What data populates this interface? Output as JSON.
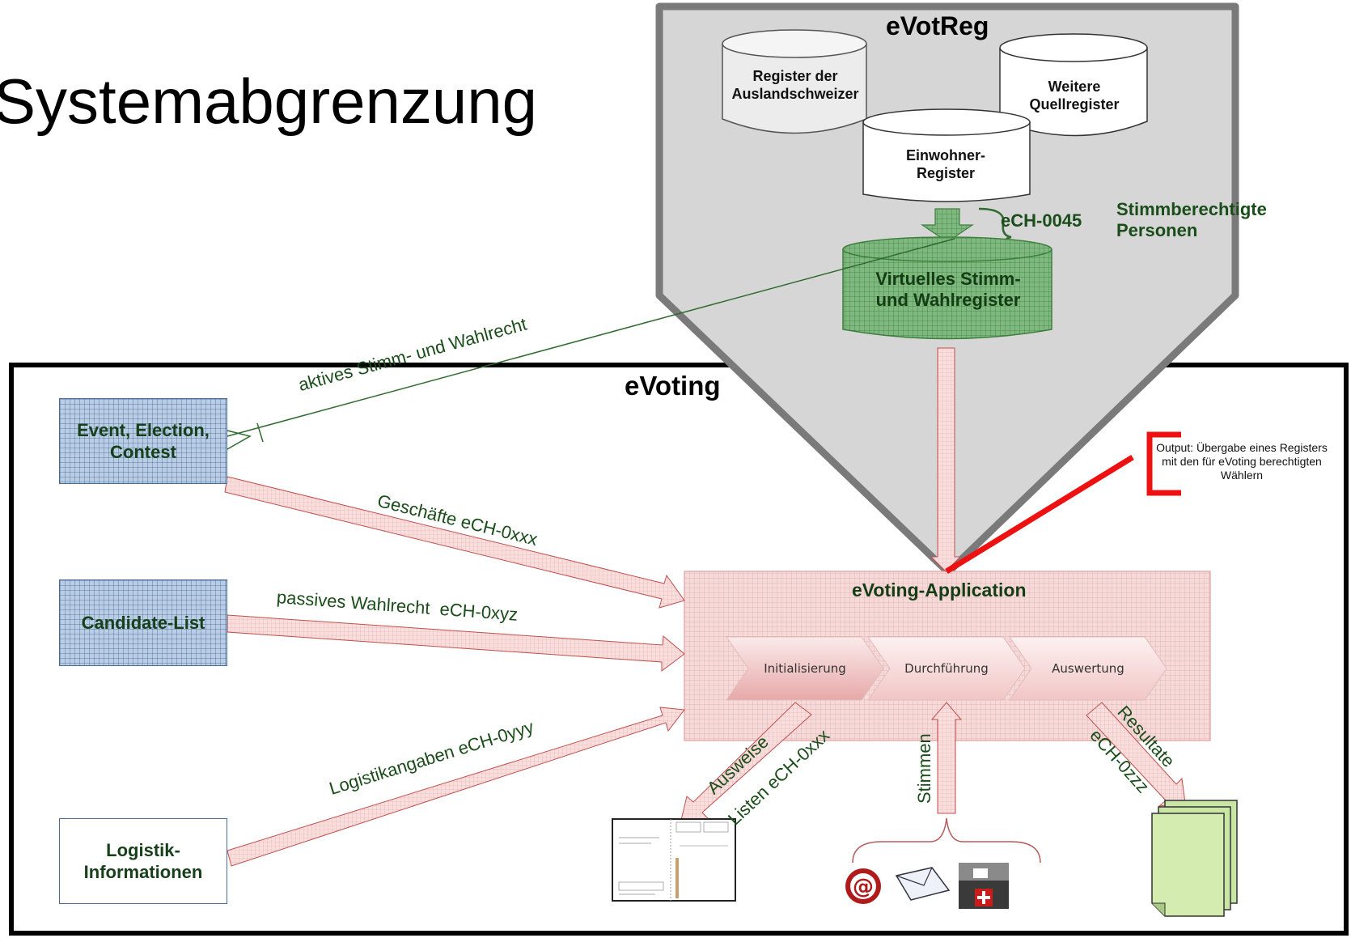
{
  "title": "Systemabgrenzung",
  "evotreg": {
    "title": "eVotReg",
    "register_auslandschweizer": "Register der Auslandschweizer",
    "weitere_quellregister": "Weitere Quellregister",
    "einwohner_register": "Einwohner-Register",
    "ech_0045": "eCH-0045",
    "stimmberechtigte": "Stimmberechtigte Personen",
    "virtuelles": "Virtuelles Stimm- und Wahlregister"
  },
  "evoting": {
    "title": "eVoting",
    "event_box": "Event, Election, Contest",
    "candidate_box": "Candidate-List",
    "logistik_box": "Logistik-Informationen",
    "aktives": "aktives Stimm- und Wahlrecht",
    "geschaefte": "Geschäfte eCH-0xxx",
    "passives": "passives Wahlrecht  eCH-0xyz",
    "logistikangaben": "Logistikangaben eCH-0yyy",
    "output": "Output: Übergabe eines Registers mit den für eVoting berechtigten Wählern"
  },
  "application": {
    "title": "eVoting-Application",
    "steps": [
      "Initialisierung",
      "Durchführung",
      "Auswertung"
    ],
    "ausweise": "Ausweise",
    "listen": "Listen eCH-0xxx",
    "stimmen": "Stimmen",
    "resultate": "Resultate",
    "ech_0zzz": "eCH-0zzz"
  },
  "colors": {
    "green_text": "#1a4d1a",
    "evotreg_fill": "#d6d6d6",
    "evotreg_border": "#7a7a7a",
    "arrow_fill": "#f6d2d2",
    "arrow_border": "#c0504d",
    "highlight_red": "#ee1111"
  }
}
